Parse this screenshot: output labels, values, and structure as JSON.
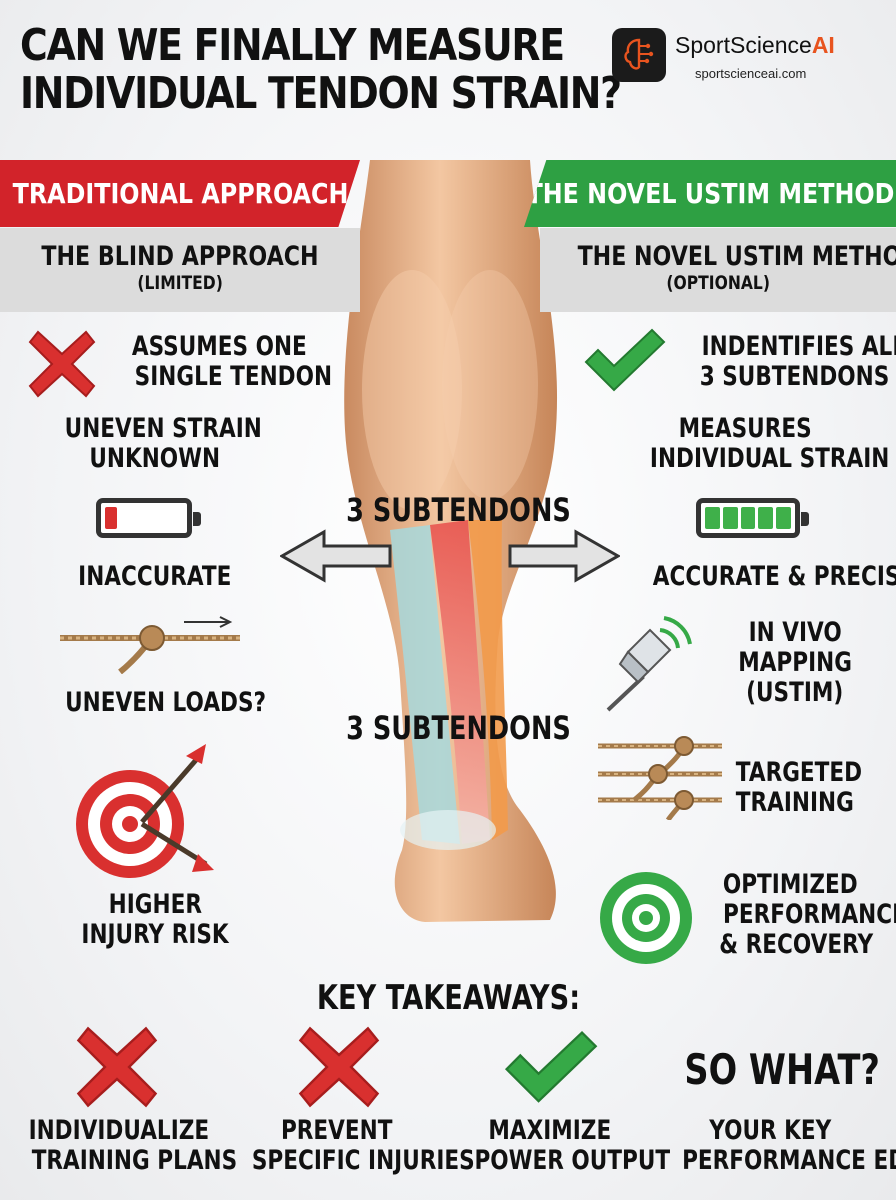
{
  "title": {
    "line1": "CAN WE FINALLY MEASURE",
    "line2": "INDIVIDUAL TENDON STRAIN?"
  },
  "brand": {
    "name_main": "SportScience",
    "name_accent": "AI",
    "url": "sportscienceai.com",
    "accent_color": "#e8541f"
  },
  "left": {
    "banner": "TRADITIONAL APPROACH",
    "banner_color": "#d2232a",
    "heading": "THE BLIND APPROACH",
    "note": "(LIMITED)",
    "items": [
      {
        "icon": "red-x-icon",
        "line1": "ASSUMES ONE",
        "line2": "SINGLE TENDON"
      },
      {
        "line1": "UNEVEN STRAIN",
        "line2": "UNKNOWN"
      },
      {
        "icon": "battery-low-icon",
        "line1": "INACCURATE",
        "battery_level": 0.15
      },
      {
        "icon": "rope-knot-icon",
        "line1": "UNEVEN LOADS?"
      },
      {
        "icon": "target-miss-icon",
        "line1": "HIGHER",
        "line2": "INJURY RISK"
      }
    ]
  },
  "right": {
    "banner": "THE NOVEL USTIM METHOD",
    "banner_color": "#2ea043",
    "heading": "THE NOVEL USTIM METHOD",
    "note": "(OPTIONAL)",
    "items": [
      {
        "icon": "green-check-icon",
        "line1": "INDENTIFIES ALL",
        "line2": "3 SUBTENDONS"
      },
      {
        "line1": "MEASURES",
        "line2": "INDIVIDUAL STRAIN"
      },
      {
        "icon": "battery-full-icon",
        "line1": "ACCURATE & PRECISE",
        "battery_level": 1.0
      },
      {
        "icon": "ultrasound-probe-icon",
        "line1": "IN VIVO",
        "line2": "MAPPING",
        "line3": "(USTIM)"
      },
      {
        "icon": "three-ropes-icon",
        "line1": "TARGETED",
        "line2": "TRAINING"
      },
      {
        "icon": "green-target-icon",
        "line1": "OPTIMIZED",
        "line2": "PERFORMANCE",
        "line3": "& RECOVERY"
      }
    ]
  },
  "center": {
    "label_top": "3 SUBTENDONS",
    "label_bottom": "3 SUBTENDONS"
  },
  "takeaways": {
    "heading": "KEY TAKEAWAYS:",
    "items": [
      {
        "icon": "red-x-icon",
        "line1": "INDIVIDUALIZE",
        "line2": "TRAINING PLANS"
      },
      {
        "icon": "red-x-icon",
        "line1": "PREVENT",
        "line2": "SPECIFIC INJURIES"
      },
      {
        "icon": "green-check-icon",
        "line1": "MAXIMIZE",
        "line2": "POWER OUTPUT"
      }
    ],
    "so_what": "SO WHAT?",
    "edge_line1": "YOUR KEY",
    "edge_line2": "PERFORMANCE EDGE"
  }
}
